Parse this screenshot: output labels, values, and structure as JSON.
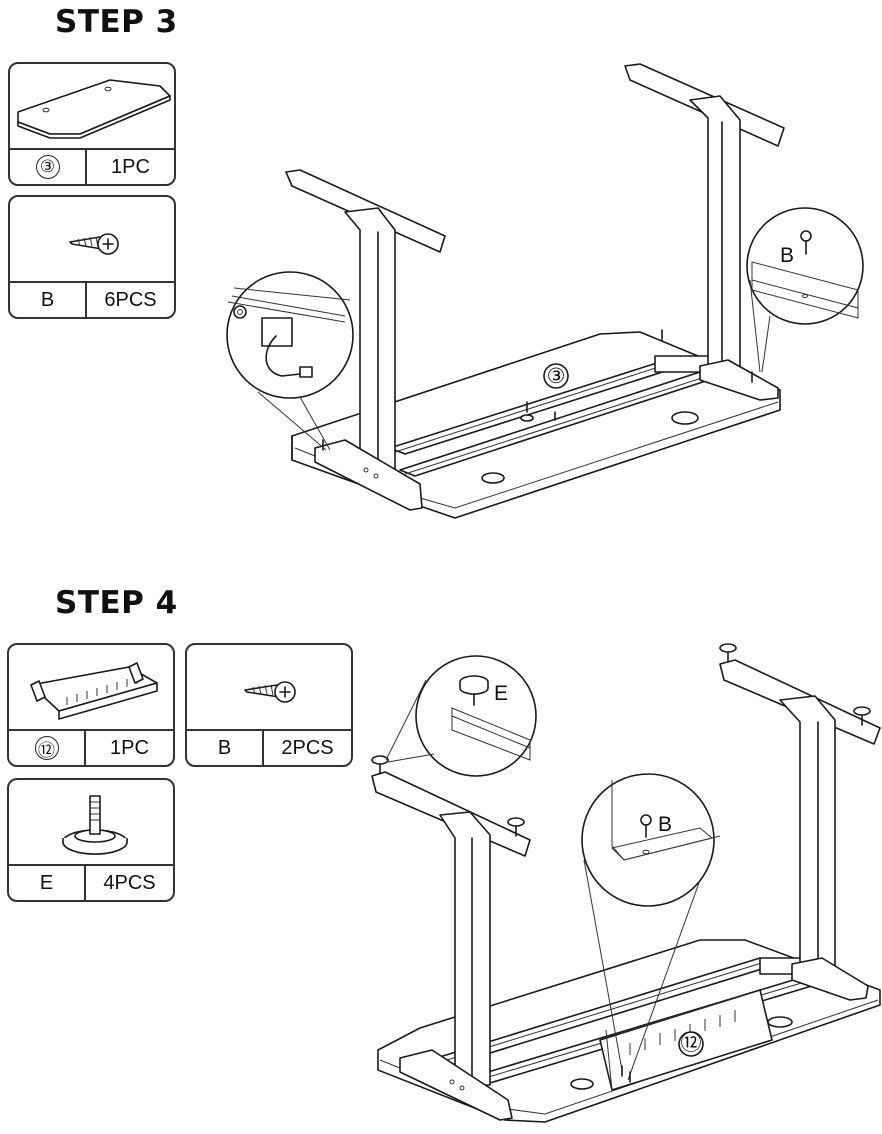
{
  "step3": {
    "title": "STEP 3",
    "parts": [
      {
        "id": "③",
        "qty": "1PC",
        "icon": "desktop-panel-icon"
      },
      {
        "id": "B",
        "qty": "6PCS",
        "icon": "screw-icon"
      }
    ],
    "callouts": {
      "panel_number": "③",
      "screw_label": "B"
    }
  },
  "step4": {
    "title": "STEP 4",
    "parts": [
      {
        "id": "⑫",
        "qty": "1PC",
        "icon": "cable-tray-icon"
      },
      {
        "id": "B",
        "qty": "2PCS",
        "icon": "screw-icon"
      },
      {
        "id": "E",
        "qty": "4PCS",
        "icon": "leveling-foot-icon"
      }
    ],
    "callouts": {
      "foot_label": "E",
      "screw_label": "B",
      "tray_number": "⑫"
    }
  }
}
